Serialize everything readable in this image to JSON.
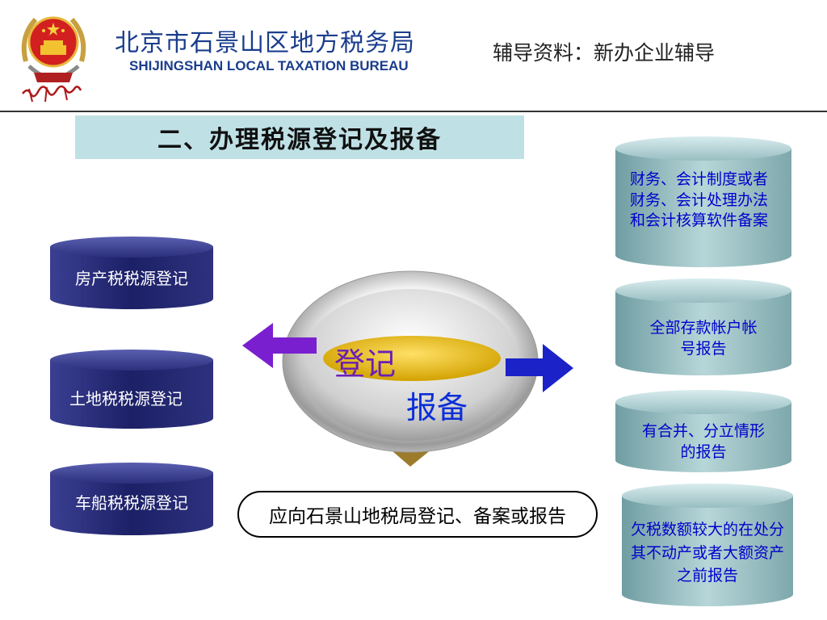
{
  "header": {
    "org_name_cn": "北京市石景山区地方税务局",
    "org_name_en": "SHIJINGSHAN LOCAL TAXATION BUREAU",
    "doc_label": "辅导资料：新办企业辅导"
  },
  "section_title": "二、办理税源登记及报备",
  "left_items": [
    {
      "label": "房产税税源登记"
    },
    {
      "label": "土地税税源登记"
    },
    {
      "label": "车船税税源登记"
    }
  ],
  "center": {
    "register_label": "登记",
    "file_label": "报备"
  },
  "right_items": [
    {
      "label": "财务、会计制度或者财务、会计处理办法和会计核算软件备案"
    },
    {
      "label": "全部存款帐户帐号报告"
    },
    {
      "label": "有合并、分立情形的报告"
    },
    {
      "label": "欠税数额较大的在处分其不动产或者大额资产之前报告"
    }
  ],
  "note": "应向石景山地税局登记、备案或报告",
  "colors": {
    "header_text": "#1a3d8c",
    "title_bg": "#bfe1e5",
    "left_cylinder": "#2a2f7a",
    "right_cylinder": "#8fb9bd",
    "register_text": "#6a1fb5",
    "file_text": "#0c2ed8",
    "left_arrow": "#7a1fd0",
    "right_arrow": "#1a22c8"
  }
}
